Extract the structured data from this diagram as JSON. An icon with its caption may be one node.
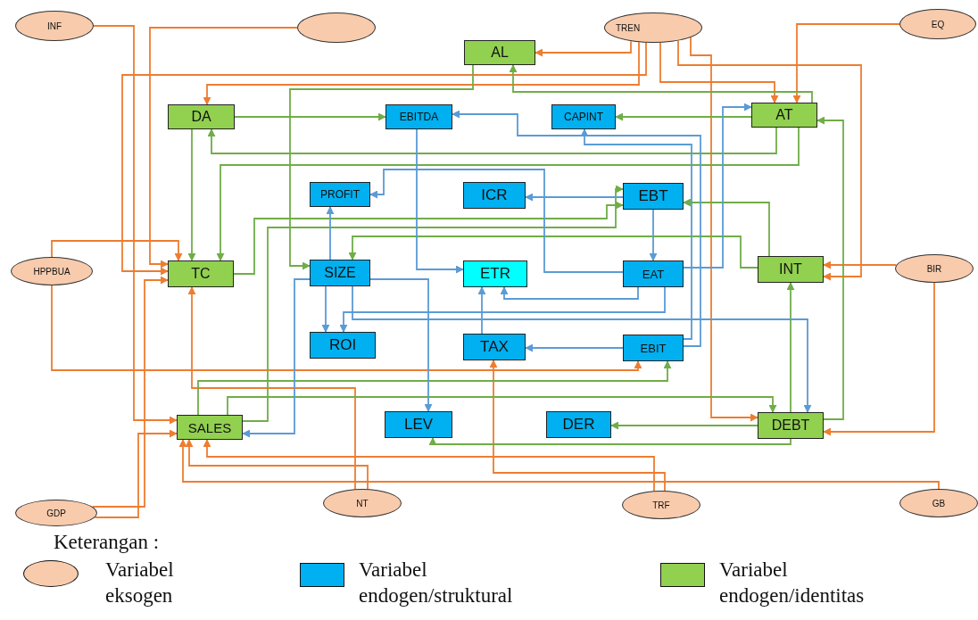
{
  "diagram": {
    "nodes": [
      {
        "text": [
          "INF"
        ]
      },
      {
        "text": [],
        "shape": "ellipse"
      },
      {
        "text": [
          "TREN"
        ]
      },
      {
        "text": [
          "EQ"
        ]
      },
      {
        "text": [
          "AL"
        ]
      },
      {
        "text": [
          "DA"
        ]
      },
      {
        "text": [
          "EBITDA"
        ]
      },
      {
        "text": [
          "CAPINT"
        ]
      },
      {
        "text": [
          "AT"
        ]
      },
      {
        "text": [
          "PROFIT"
        ]
      },
      {
        "text": [
          "ICR"
        ]
      },
      {
        "text": [
          "EBT"
        ]
      },
      {
        "text": [
          "HPPBUA"
        ]
      },
      {
        "text": [
          "TC"
        ]
      },
      {
        "text": [
          "SIZE"
        ]
      },
      {
        "text": [
          "ETR"
        ]
      },
      {
        "text": [
          "EAT"
        ]
      },
      {
        "text": [
          "INT"
        ]
      },
      {
        "text": [
          "BIR"
        ]
      },
      {
        "text": [
          "ROI"
        ]
      },
      {
        "text": [
          "TAX"
        ]
      },
      {
        "text": [
          "EBIT"
        ]
      },
      {
        "text": [
          "SALES"
        ]
      },
      {
        "text": [
          "LEV"
        ]
      },
      {
        "text": [
          "DER"
        ]
      },
      {
        "text": [
          "DEBT"
        ]
      },
      {
        "text": [
          "GDP"
        ]
      },
      {
        "text": [
          "NT"
        ]
      },
      {
        "text": [
          "TRF"
        ]
      },
      {
        "text": [
          "GB"
        ]
      }
    ],
    "edges": [
      {
        "from": 0,
        "to": 22,
        "arrow": "to"
      },
      {
        "from": 1,
        "to": 13,
        "arrow": "to"
      },
      {
        "from": 2,
        "to": 4,
        "arrow": "to"
      },
      {
        "from": 2,
        "to": 5,
        "arrow": "to"
      },
      {
        "from": 2,
        "to": 13,
        "arrow": "to"
      },
      {
        "from": 2,
        "to": 8,
        "arrow": "to"
      },
      {
        "from": 2,
        "to": 25,
        "arrow": "to"
      },
      {
        "from": 2,
        "to": 17,
        "arrow": "to"
      },
      {
        "from": 3,
        "to": 8,
        "arrow": "to"
      },
      {
        "from": 12,
        "to": 13,
        "arrow": "to"
      },
      {
        "from": 12,
        "to": 21,
        "arrow": "to"
      },
      {
        "from": 26,
        "to": 13,
        "arrow": "to"
      },
      {
        "from": 26,
        "to": 22,
        "arrow": "to"
      },
      {
        "from": 27,
        "to": 22,
        "arrow": "to"
      },
      {
        "from": 27,
        "to": 13,
        "arrow": "to"
      },
      {
        "from": 28,
        "to": 20,
        "arrow": "to"
      },
      {
        "from": 28,
        "to": 22,
        "arrow": "to"
      },
      {
        "from": 29,
        "to": 22,
        "arrow": "to"
      },
      {
        "from": 18,
        "to": 17,
        "arrow": "to"
      },
      {
        "from": 18,
        "to": 25,
        "arrow": "to"
      },
      {
        "from": 5,
        "to": 6,
        "arrow": "to",
        "color": "#70ad47"
      },
      {
        "from": 5,
        "to": 13,
        "arrow": "to",
        "color": "#70ad47"
      },
      {
        "from": 4,
        "to": 14,
        "arrow": "to",
        "color": "#70ad47"
      },
      {
        "from": 8,
        "to": 4,
        "arrow": "to",
        "color": "#70ad47"
      },
      {
        "from": 8,
        "to": 7,
        "arrow": "to",
        "color": "#70ad47"
      },
      {
        "from": 8,
        "to": 5,
        "arrow": "to",
        "color": "#70ad47"
      },
      {
        "from": 8,
        "to": 13,
        "arrow": "to",
        "color": "#70ad47"
      },
      {
        "from": 17,
        "to": 11,
        "arrow": "to",
        "color": "#70ad47"
      },
      {
        "from": 25,
        "to": 24,
        "arrow": "to",
        "color": "#70ad47"
      },
      {
        "from": 25,
        "to": 17,
        "arrow": "to",
        "color": "#70ad47"
      },
      {
        "from": 25,
        "to": 23,
        "arrow": "to",
        "color": "#70ad47"
      },
      {
        "from": 22,
        "to": 21,
        "arrow": "to",
        "color": "#70ad47"
      },
      {
        "from": 22,
        "to": 25,
        "arrow": "to",
        "color": "#70ad47"
      },
      {
        "from": 13,
        "to": 11,
        "arrow": "to",
        "color": "#70ad47"
      },
      {
        "from": 22,
        "to": 11,
        "arrow": "to",
        "color": "#70ad47"
      },
      {
        "from": 25,
        "to": 8,
        "arrow": "to",
        "color": "#70ad47"
      },
      {
        "from": 17,
        "to": 14,
        "arrow": "to",
        "color": "#70ad47"
      },
      {
        "from": 21,
        "to": 6,
        "arrow": "to",
        "color": "#5b9bd5"
      },
      {
        "from": 6,
        "to": 15,
        "arrow": "to",
        "color": "#5b9bd5"
      },
      {
        "from": 11,
        "to": 16,
        "arrow": "to",
        "color": "#5b9bd5"
      },
      {
        "from": 11,
        "to": 10,
        "arrow": "to",
        "color": "#5b9bd5"
      },
      {
        "from": 16,
        "to": 15,
        "arrow": "to",
        "color": "#5b9bd5"
      },
      {
        "from": 20,
        "to": 15,
        "arrow": "to",
        "color": "#5b9bd5"
      },
      {
        "from": 21,
        "to": 20,
        "arrow": "to",
        "color": "#5b9bd5"
      },
      {
        "from": 16,
        "to": 19,
        "arrow": "to",
        "color": "#5b9bd5"
      },
      {
        "from": 14,
        "to": 19,
        "arrow": "to",
        "color": "#5b9bd5"
      },
      {
        "from": 14,
        "to": 23,
        "arrow": "to",
        "color": "#5b9bd5"
      },
      {
        "from": 14,
        "to": 22,
        "arrow": "to",
        "color": "#5b9bd5"
      },
      {
        "from": 14,
        "to": 9,
        "arrow": "to",
        "color": "#5b9bd5"
      },
      {
        "from": 16,
        "to": 9,
        "arrow": "to",
        "color": "#5b9bd5"
      },
      {
        "from": 16,
        "to": 8,
        "arrow": "to",
        "color": "#5b9bd5"
      },
      {
        "from": 14,
        "to": 25,
        "arrow": "to",
        "color": "#5b9bd5"
      },
      {
        "from": 21,
        "to": 7,
        "arrow": "to",
        "color": "#5b9bd5"
      }
    ],
    "labels": [
      "Keterangan :"
    ],
    "legend": [
      {
        "text": "Variabel eksogen",
        "color": "#f8cbad"
      },
      {
        "text": "Variabel endogen/struktural",
        "color": "#00b0f0"
      },
      {
        "text": "Variabel endogen/identitas",
        "color": "#92d050"
      }
    ]
  }
}
